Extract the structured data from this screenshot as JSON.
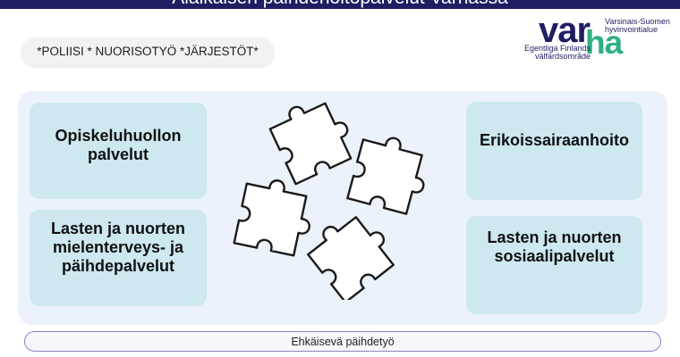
{
  "slide": {
    "title": "Alaikäisen päihdehoitopalvelut Varhassa",
    "tag_line": "*POLIISI * NUORISOTYÖ *JÄRJESTÖT*",
    "footer": "Ehkäisevä päihdetyö"
  },
  "logo": {
    "var": "var",
    "ha": "ha",
    "fi_line1": "Varsinais-Suomen",
    "fi_line2": "hyvinvointialue",
    "sv_line1": "Egentliga Finlands",
    "sv_line2": "välfärdsområde"
  },
  "cards": {
    "top_left": [
      "Opiskeluhuollon",
      "palvelut"
    ],
    "bottom_left": [
      "Lasten ja nuorten",
      "mielenterveys- ja",
      "päihdepalvelut"
    ],
    "top_right": [
      "Erikoissairaanhoito"
    ],
    "bottom_right": [
      "Lasten ja nuorten",
      "sosiaalipalvelut"
    ]
  },
  "colors": {
    "navy": "#1f1e63",
    "green": "#2eb082",
    "card": "#cde8ef",
    "panel": "#ebf2fa"
  },
  "icons": [
    "puzzle-icon"
  ]
}
